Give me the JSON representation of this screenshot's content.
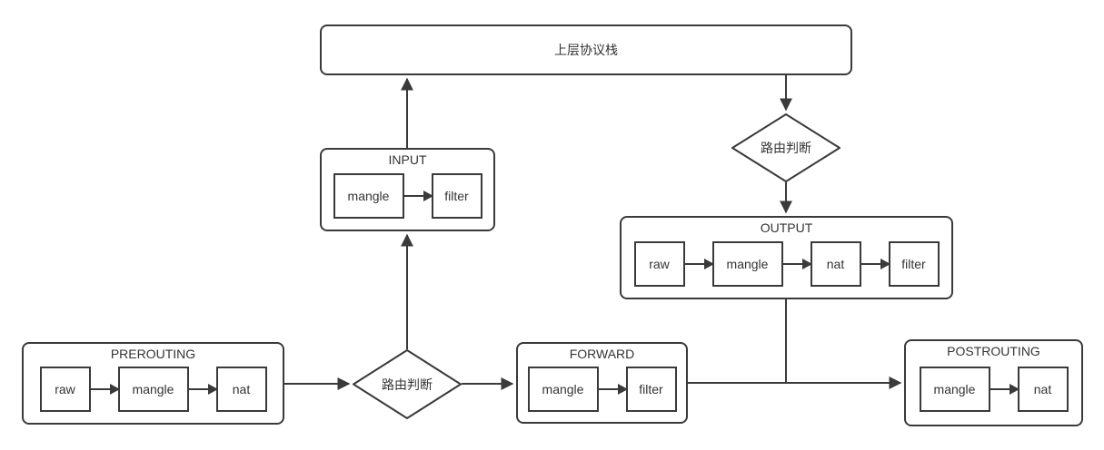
{
  "colors": {
    "stroke": "#3a3a3a",
    "text": "#333333",
    "background": "#ffffff"
  },
  "diagram": {
    "stack": {
      "label": "上层协议栈"
    },
    "routing_top": {
      "label": "路由判断"
    },
    "routing_center": {
      "label": "路由判断"
    },
    "chains": {
      "input": {
        "title": "INPUT",
        "nodes": [
          "mangle",
          "filter"
        ]
      },
      "output": {
        "title": "OUTPUT",
        "nodes": [
          "raw",
          "mangle",
          "nat",
          "filter"
        ]
      },
      "prerouting": {
        "title": "PREROUTING",
        "nodes": [
          "raw",
          "mangle",
          "nat"
        ]
      },
      "forward": {
        "title": "FORWARD",
        "nodes": [
          "mangle",
          "filter"
        ]
      },
      "postrouting": {
        "title": "POSTROUTING",
        "nodes": [
          "mangle",
          "nat"
        ]
      }
    }
  }
}
